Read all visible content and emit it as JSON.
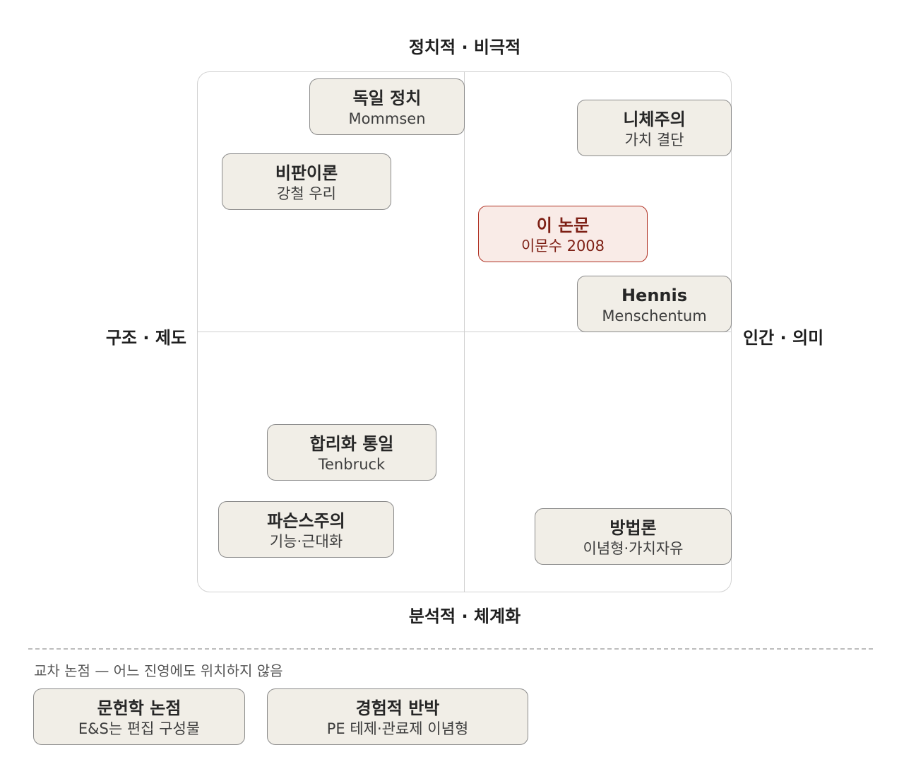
{
  "axes": {
    "top": "정치적 · 비극적",
    "bottom": "분석적 · 체계화",
    "left": "구조 · 제도",
    "right": "인간 · 의미"
  },
  "positions": [
    {
      "title": "독일 정치",
      "subtitle": "Mommsen",
      "quadrant": "top-left"
    },
    {
      "title": "비판이론",
      "subtitle": "강철 우리",
      "quadrant": "top-left"
    },
    {
      "title": "니체주의",
      "subtitle": "가치 결단",
      "quadrant": "top-right"
    },
    {
      "title": "이 논문",
      "subtitle": "이문수 2008",
      "quadrant": "top-right",
      "highlight": true
    },
    {
      "title": "Hennis",
      "subtitle": "Menschentum",
      "quadrant": "top-right"
    },
    {
      "title": "합리화 통일",
      "subtitle": "Tenbruck",
      "quadrant": "bottom-left"
    },
    {
      "title": "파슨스주의",
      "subtitle": "기능·근대화",
      "quadrant": "bottom-left"
    },
    {
      "title": "방법론",
      "subtitle": "이념형·가치자유",
      "quadrant": "bottom-right"
    }
  ],
  "cross_section": {
    "caption": "교차 논점 — 어느 진영에도 위치하지 않음",
    "items": [
      {
        "title": "문헌학 논점",
        "subtitle": "E&S는 편집 구성물"
      },
      {
        "title": "경험적 반박",
        "subtitle": "PE 테제·관료제 이념형"
      }
    ]
  },
  "colors": {
    "card_fill": "#f1eee7",
    "card_border": "#8a8a8a",
    "highlight_fill": "#f9ebe7",
    "highlight_border": "#b03224",
    "highlight_text": "#7d1f14"
  }
}
